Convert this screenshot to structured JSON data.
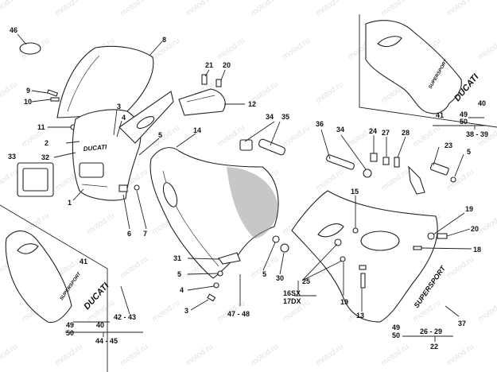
{
  "watermark": "motod.ru",
  "logos": {
    "brand": "DUCATI",
    "model": "SUPERSPORT"
  },
  "labels": {
    "l46": "46",
    "l8": "8",
    "l9": "9",
    "l10": "10",
    "l3a": "3",
    "l4a": "4",
    "l11": "11",
    "l2": "2",
    "l32": "32",
    "l33": "33",
    "l1": "1",
    "l21": "21",
    "l20a": "20",
    "l12": "12",
    "l5a": "5",
    "l14": "14",
    "l6": "6",
    "l7": "7",
    "l34a": "34",
    "l35": "35",
    "l36": "36",
    "l34b": "34",
    "l24": "24",
    "l27": "27",
    "l28": "28",
    "l23": "23",
    "l5b": "5",
    "l15": "15",
    "l41a": "41",
    "l40a": "40",
    "l4950a": "49",
    "l50a": "50",
    "l3839": "38 - 39",
    "l31": "31",
    "l5c": "5",
    "l4b": "4",
    "l3b": "3",
    "l4748": "47 - 48",
    "l5d": "5",
    "l30": "30",
    "l25": "25",
    "l16sx": "16SX",
    "l17dx": "17DX",
    "l19a": "19",
    "l20b": "20",
    "l18": "18",
    "l19b": "19",
    "l13": "13",
    "l37": "37",
    "l4950b": "49",
    "l50b": "50",
    "l2629": "26 - 29",
    "l22": "22",
    "l41b": "41",
    "l40b": "40",
    "l4243": "42 - 43",
    "l4950c": "49",
    "l50c": "50",
    "l4445": "44 - 45"
  }
}
